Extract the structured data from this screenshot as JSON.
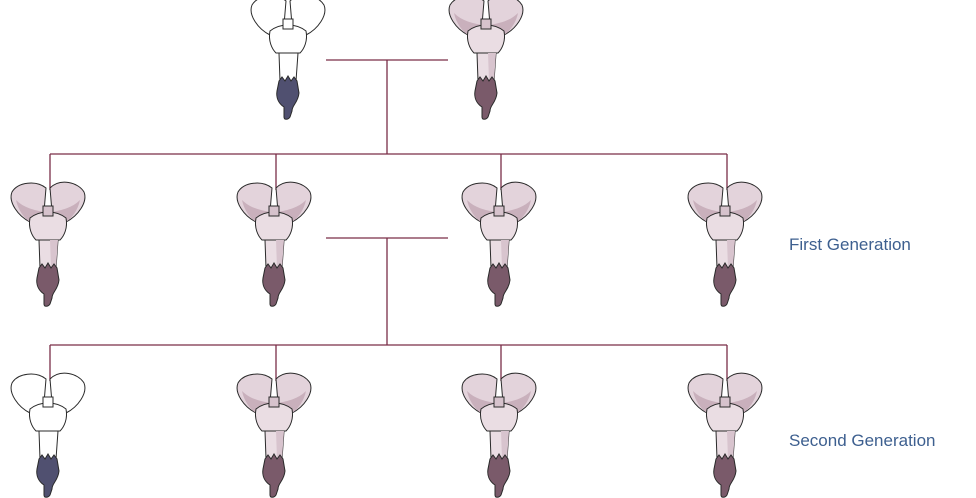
{
  "labels": {
    "first_generation": "First Generation",
    "second_generation": "Second Generation"
  },
  "colors": {
    "line": "#7a2e47",
    "label": "#3d5f8f",
    "outline": "#2a2a2a",
    "white_petal": "#ffffff",
    "white_base": "#505070",
    "pink_petal": "#e3d3db",
    "pink_petal_shade": "#c9b0bc",
    "pink_tube": "#eadde3",
    "pink_base": "#7a5a6a"
  },
  "generations": {
    "parents": [
      "white",
      "pink"
    ],
    "first": [
      "pink",
      "pink",
      "pink",
      "pink"
    ],
    "second": [
      "white",
      "pink",
      "pink",
      "pink"
    ]
  }
}
